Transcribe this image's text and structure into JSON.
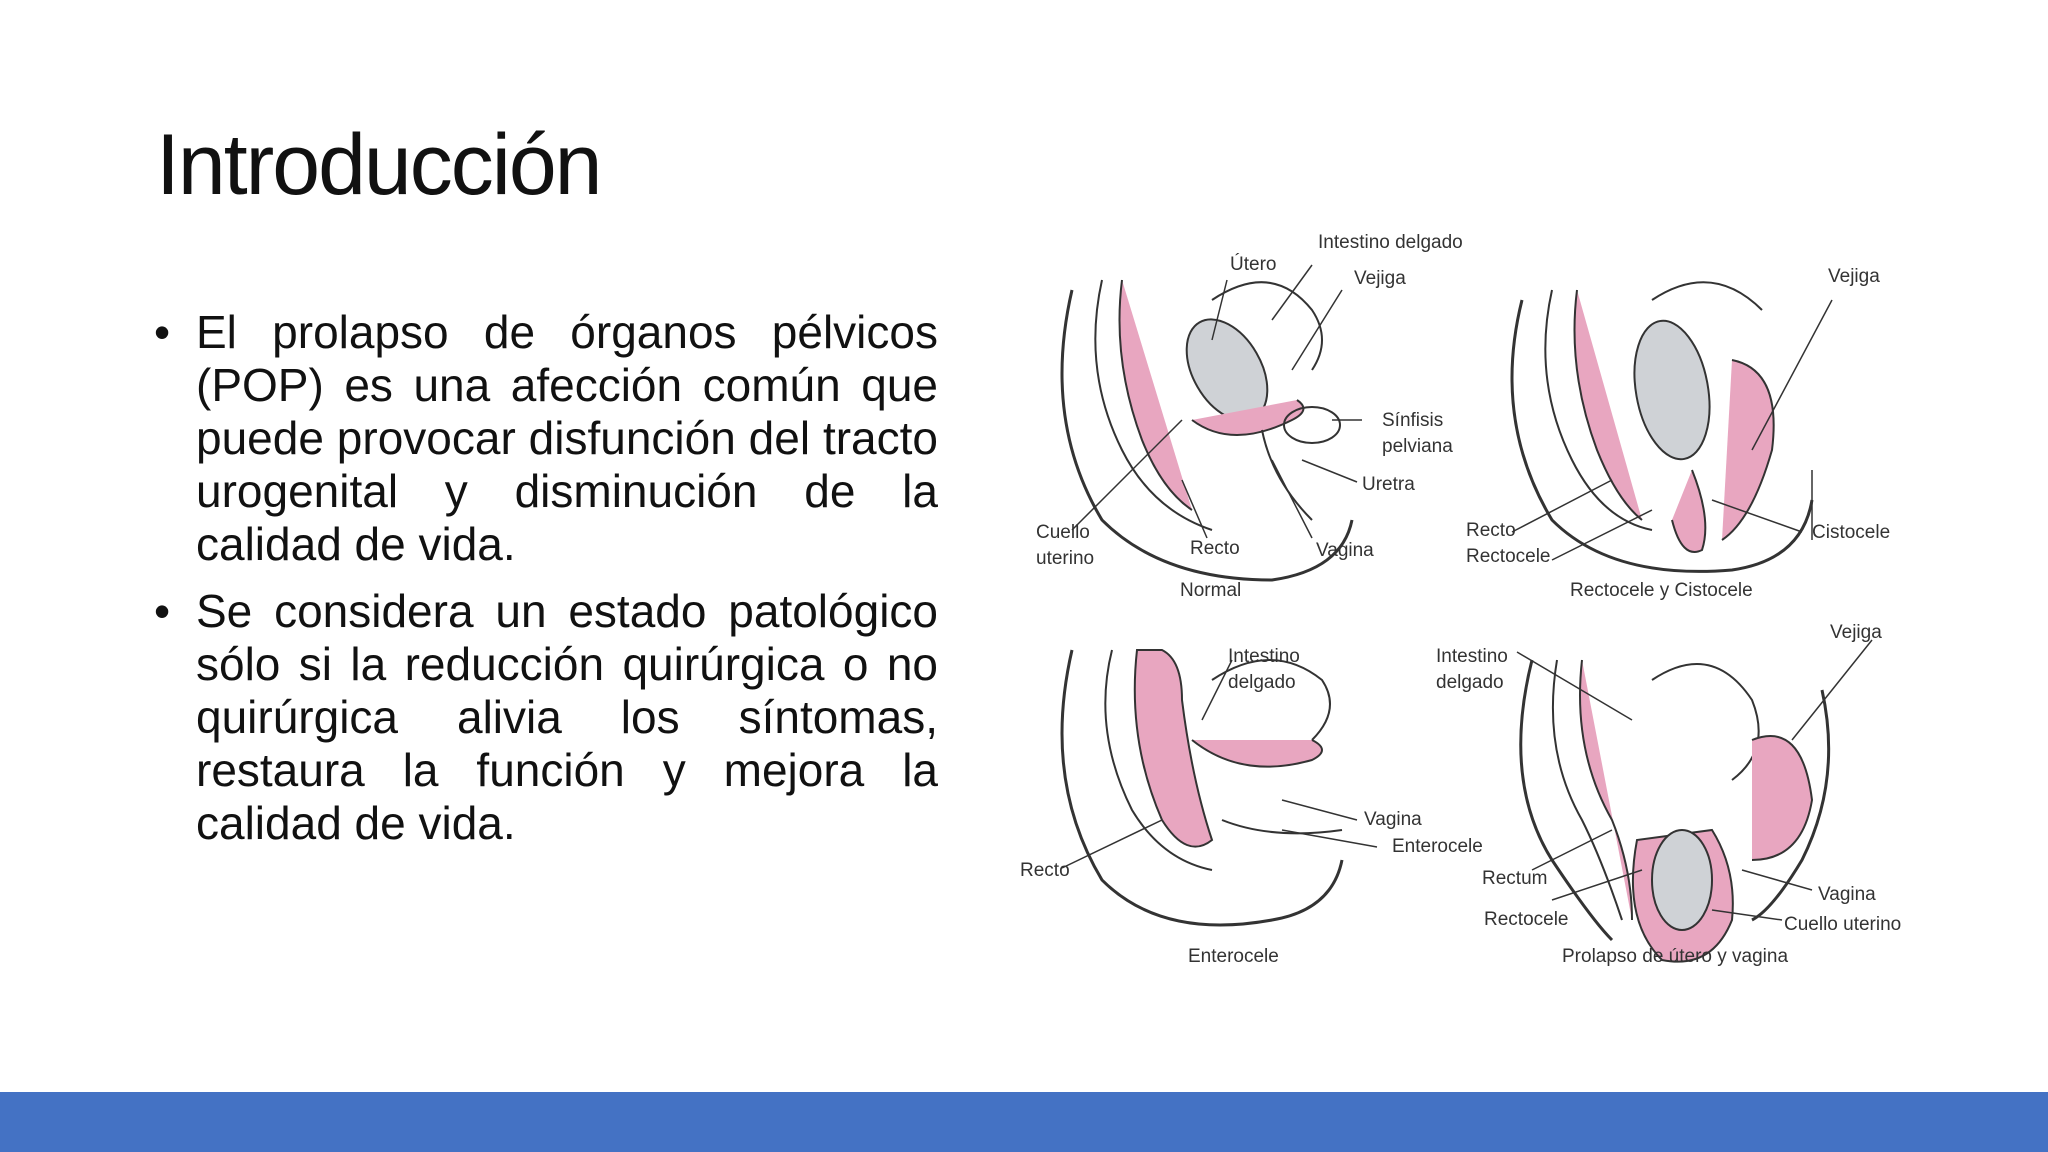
{
  "slide": {
    "title": "Introducción",
    "bullets": [
      "El prolapso de órganos pélvicos (POP) es una afección común que puede provocar disfunción del tracto urogenital y disminución de la calidad de vida.",
      "Se considera un estado patológico sólo si la reducción quirúrgica o no quirúrgica alivia los síntomas, restaura la función y mejora la calidad de vida."
    ],
    "bullet_glyph": "•"
  },
  "figure": {
    "panels": [
      {
        "caption": "Normal",
        "labels": [
          "Intestino delgado",
          "Útero",
          "Vejiga",
          "Sínfisis",
          "pelviana",
          "Uretra",
          "Cuello",
          "uterino",
          "Recto",
          "Vagina"
        ]
      },
      {
        "caption": "Rectocele y Cistocele",
        "labels": [
          "Vejiga",
          "Recto",
          "Rectocele",
          "Cistocele"
        ]
      },
      {
        "caption": "Enterocele",
        "labels": [
          "Intestino",
          "delgado",
          "Vagina",
          "Enterocele",
          "Recto"
        ]
      },
      {
        "caption": "Prolapso de útero y vagina",
        "labels": [
          "Intestino",
          "delgado",
          "Vejiga",
          "Rectum",
          "Rectocele",
          "Vagina",
          "Cuello uterino"
        ]
      }
    ]
  },
  "colors": {
    "footer_bar": "#4472c4",
    "tissue_pink": "#e8a6c0",
    "organ_gray": "#cfd2d6"
  }
}
